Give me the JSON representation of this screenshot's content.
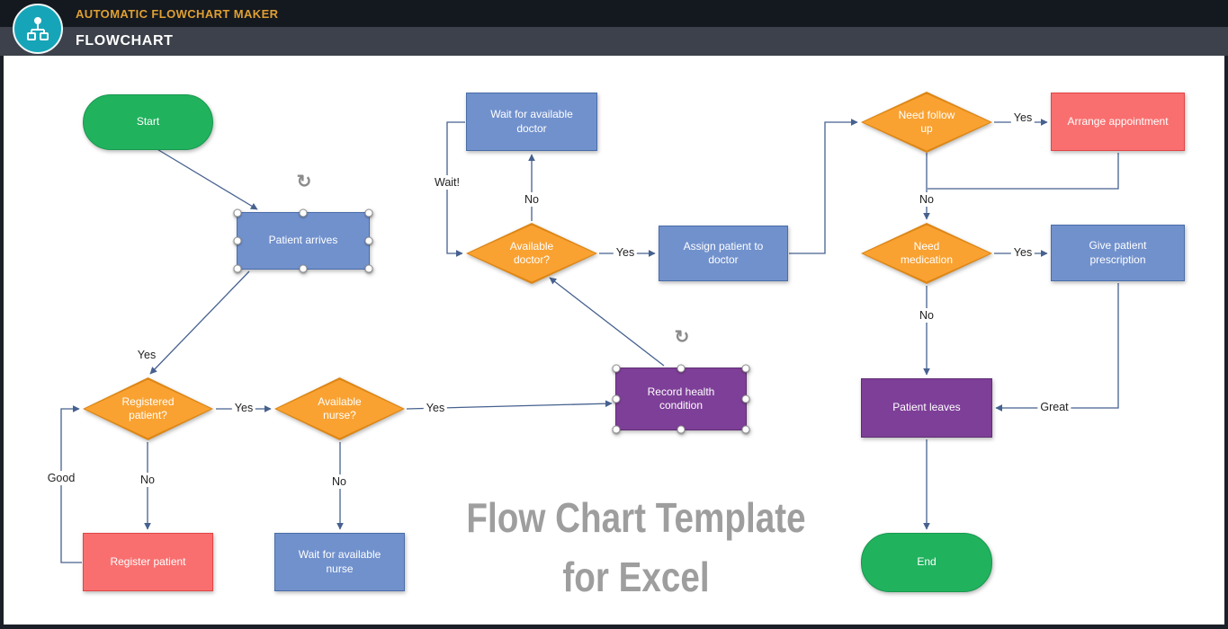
{
  "header": {
    "app_title": "AUTOMATIC FLOWCHART MAKER",
    "sheet_title": "FLOWCHART"
  },
  "watermark": {
    "line1": "Flow Chart Template",
    "line2": "for Excel"
  },
  "nodes": {
    "start": {
      "label": "Start",
      "type": "terminator"
    },
    "patient_arrives": {
      "label": "Patient arrives",
      "type": "process",
      "selected": true
    },
    "wait_doctor": {
      "label": "Wait for available doctor",
      "type": "process"
    },
    "available_doctor": {
      "label": "Available doctor?",
      "type": "decision"
    },
    "assign_doctor": {
      "label": "Assign patient to doctor",
      "type": "process"
    },
    "need_follow_up": {
      "label": "Need follow up",
      "type": "decision"
    },
    "arrange_appointment": {
      "label": "Arrange appointment",
      "type": "process-alert"
    },
    "need_medication": {
      "label": "Need medication",
      "type": "decision"
    },
    "give_prescription": {
      "label": "Give patient prescription",
      "type": "process"
    },
    "record_health": {
      "label": "Record health condition",
      "type": "process-highlight",
      "selected": true
    },
    "registered_patient": {
      "label": "Registered patient?",
      "type": "decision"
    },
    "available_nurse": {
      "label": "Available nurse?",
      "type": "decision"
    },
    "register_patient": {
      "label": "Register patient",
      "type": "process-alert"
    },
    "wait_nurse": {
      "label": "Wait for available nurse",
      "type": "process"
    },
    "patient_leaves": {
      "label": "Patient leaves",
      "type": "process-highlight"
    },
    "end": {
      "label": "End",
      "type": "terminator"
    }
  },
  "edge_labels": {
    "arrives_yes": "Yes",
    "registered_yes": "Yes",
    "registered_no": "No",
    "registered_loop": "Good",
    "nurse_yes": "Yes",
    "nurse_no": "No",
    "doctor_no": "No",
    "doctor_wait": "Wait!",
    "doctor_yes": "Yes",
    "followup_yes": "Yes",
    "followup_no": "No",
    "medication_yes": "Yes",
    "medication_no": "No",
    "prescription_great": "Great"
  },
  "colors": {
    "green": "#21B25E",
    "green_border": "#17994E",
    "blue": "#7191CD",
    "blue_border": "#4A6DA8",
    "orange": "#F9A232",
    "orange_border": "#DD8615",
    "red": "#F96F6F",
    "red_border": "#E24444",
    "purple": "#7E3F98",
    "purple_border": "#5E2E73",
    "connector": "#46618F",
    "edge_label_text": "#1F1F1F",
    "watermark": "#9E9E9E",
    "header_top_bg": "#14181F",
    "header_bottom_bg": "#3C414B",
    "brand_orange": "#DFA032",
    "brand_teal": "#16A5B8",
    "frame": "#1B2028"
  }
}
